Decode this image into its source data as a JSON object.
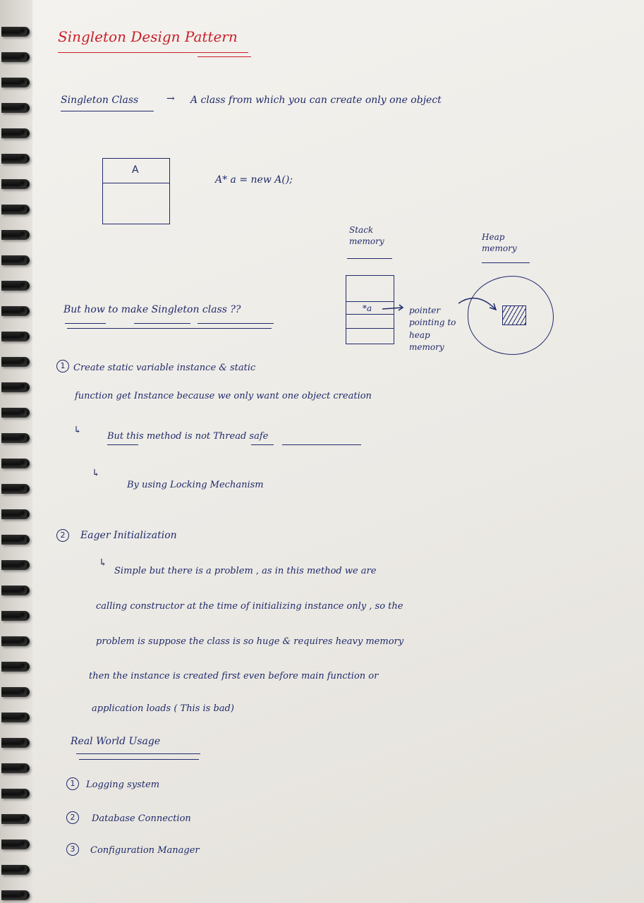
{
  "title": "Singleton Design Pattern",
  "definition": {
    "term": "Singleton Class",
    "arrow": "→",
    "text": "A class from which you can create only one object"
  },
  "diagram": {
    "class_box_label": "A",
    "code": "A* a = new A();",
    "stack_label": "Stack memory",
    "heap_label": "Heap memory",
    "stack_cell": "*a",
    "pointer_note": "pointer pointing to heap memory"
  },
  "question": "But how to make Singleton class ??",
  "methods": [
    {
      "number": "1",
      "line1": "Create static variable instance & static",
      "line2": "function get Instance because we only want one object creation",
      "notes": [
        "But this method is not Thread safe",
        "By using Locking Mechanism"
      ]
    },
    {
      "number": "2",
      "title": "Eager Initialization",
      "lines": [
        "Simple but there is a problem , as in this method we are",
        "calling constructor at the time of initializing instance only , so the",
        "problem is suppose the class is so huge & requires heavy memory",
        "then the instance is created first even before main function or",
        "application loads ( This is bad)"
      ]
    }
  ],
  "usage": {
    "title": "Real World Usage",
    "items": [
      {
        "number": "1",
        "label": "Logging system"
      },
      {
        "number": "2",
        "label": "Database Connection"
      },
      {
        "number": "3",
        "label": "Configuration Manager"
      }
    ]
  }
}
